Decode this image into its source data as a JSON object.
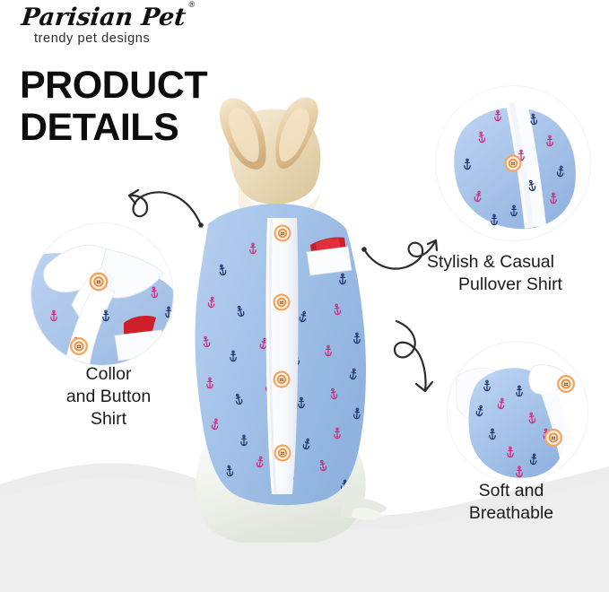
{
  "brand": {
    "name": "Parisian Pet",
    "registered_mark": "®",
    "tagline": "trendy pet designs"
  },
  "headline": {
    "line1": "PRODUCT",
    "line2": "DETAILS"
  },
  "captions": {
    "left": {
      "line1": "Collor",
      "line2": "and Button",
      "line3": "Shirt"
    },
    "top_right": {
      "line1": "Stylish & Casual",
      "line2": "Pullover Shirt"
    },
    "bottom_right": {
      "line1": "Soft and",
      "line2": "Breathable"
    }
  },
  "product": {
    "type": "dog shirt",
    "fabric_color": "#a9c6ea",
    "trim_color": "#ffffff",
    "button_color": "#f0913f",
    "accent_color": "#cc1f2a",
    "motif": "anchor",
    "motif_colors": [
      "#1d2e6b",
      "#d4267a"
    ],
    "animal": "corgi",
    "fur_color": "#efe2c8"
  },
  "theme": {
    "background": "#ffffff",
    "wave": "#ececec",
    "text": "#1b1b1b",
    "headline": "#0d0d0d"
  }
}
